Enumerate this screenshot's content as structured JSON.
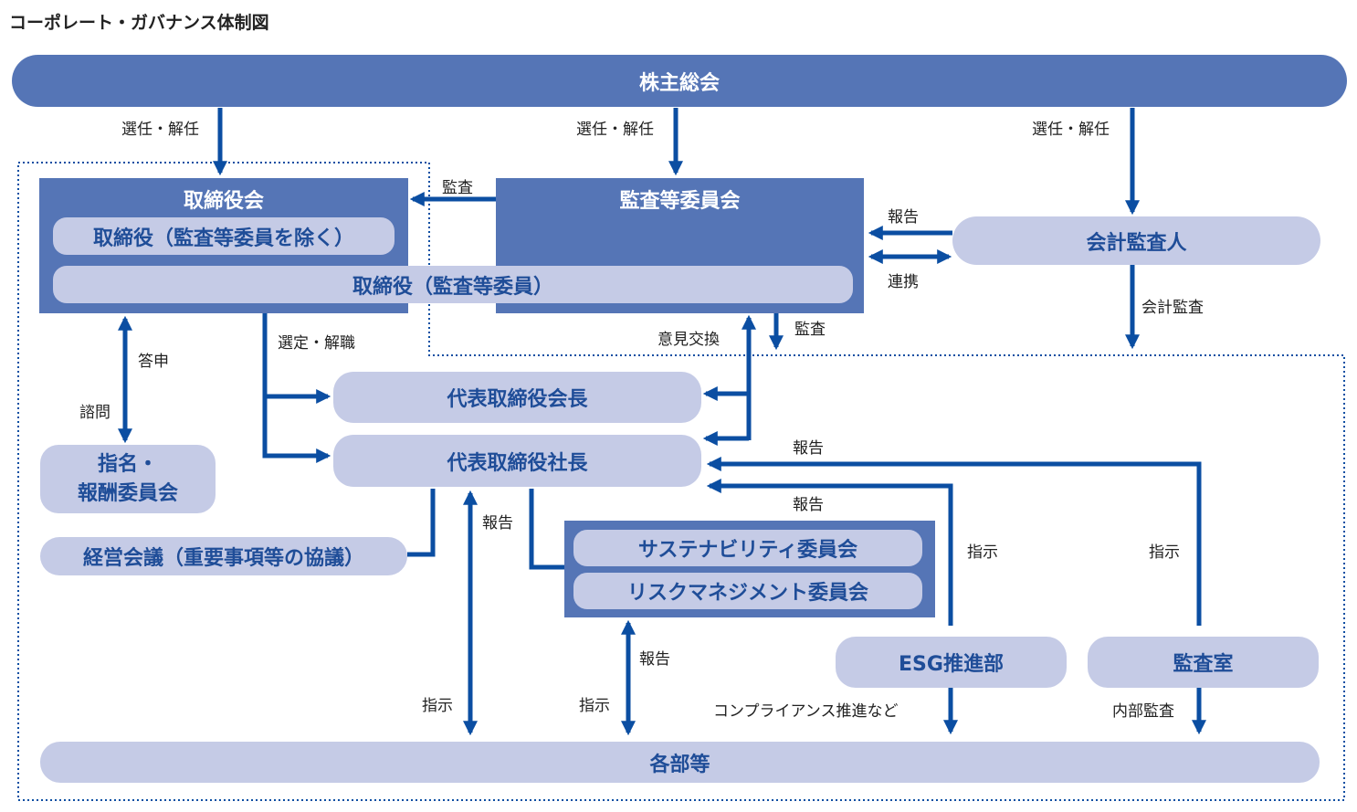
{
  "title": "コーポレート・ガバナンス体制図",
  "colors": {
    "dark_box": "#5575b6",
    "light_box": "#c5cbe6",
    "arrow": "#0b4ea2",
    "dashed_border": "#0b4ea2"
  },
  "nodes": {
    "shareholders": "株主総会",
    "board": "取締役会",
    "directors_non_audit": "取締役（監査等委員を除く）",
    "directors_audit": "取締役（監査等委員）",
    "audit_committee": "監査等委員会",
    "accounting_auditor": "会計監査人",
    "chairman": "代表取締役会長",
    "president": "代表取締役社長",
    "nomination_committee": "指名・\n報酬委員会",
    "management_meeting": "経営会議（重要事項等の協議）",
    "sustainability_committee": "サステナビリティ委員会",
    "risk_committee": "リスクマネジメント委員会",
    "esg_dept": "ESG推進部",
    "audit_office": "監査室",
    "departments": "各部等"
  },
  "labels": {
    "elect_dismiss_1": "選任・解任",
    "elect_dismiss_2": "選任・解任",
    "elect_dismiss_3": "選任・解任",
    "audit_to_board": "監査",
    "report_from_auditor": "報告",
    "cooperation": "連携",
    "accounting_audit": "会計監査",
    "select_dismiss_exec": "選定・解職",
    "exchange_opinions": "意見交換",
    "audit_down": "監査",
    "answer": "答申",
    "consult": "諮問",
    "report_president_1": "報告",
    "report_president_2": "報告",
    "report_committee_to_president": "報告",
    "instruct_esg": "指示",
    "instruct_audit_office": "指示",
    "report_depts_to_committee": "報告",
    "instruct_depts_1": "指示",
    "instruct_depts_2": "指示",
    "compliance": "コンプライアンス推進など",
    "internal_audit": "内部監査"
  }
}
